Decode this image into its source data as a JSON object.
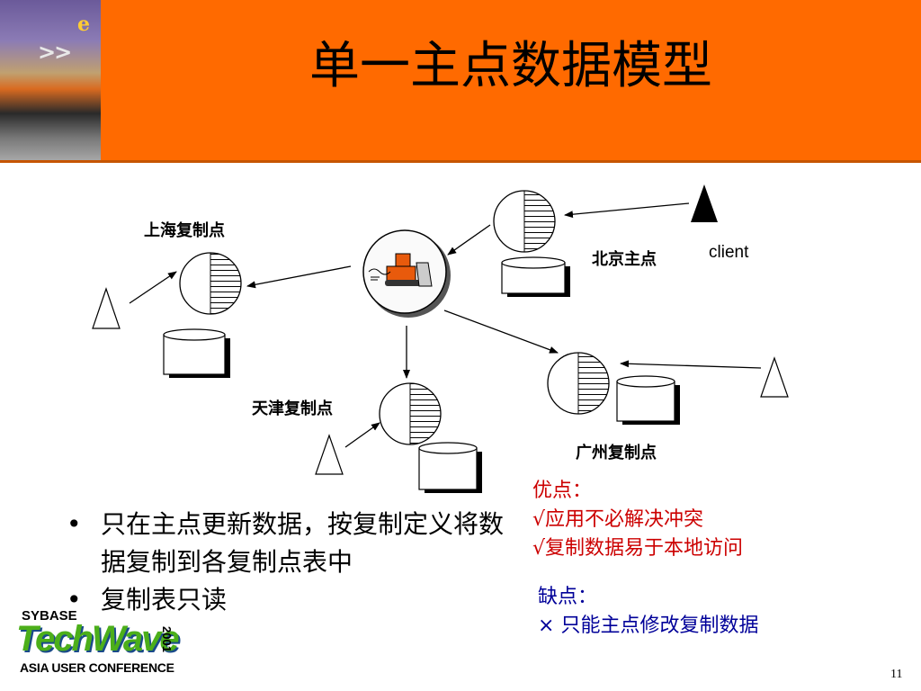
{
  "slide": {
    "title": "单一主点数据模型",
    "page_number": "11"
  },
  "diagram": {
    "nodes": {
      "shanghai": "上海复制点",
      "beijing": "北京主点",
      "tianjin": "天津复制点",
      "guangzhou": "广州复制点"
    },
    "client_label": "client"
  },
  "bullets": [
    "只在主点更新数据，按复制定义将数据复制到各复制点表中",
    "复制表只读"
  ],
  "pros": {
    "title": "优点：",
    "items": [
      {
        "mark": "√",
        "text": "应用不必解决冲突"
      },
      {
        "mark": "√",
        "text": "复制数据易于本地访问"
      }
    ]
  },
  "cons": {
    "title": "缺点：",
    "items": [
      {
        "mark": "×",
        "text": "只能主点修改复制数据"
      }
    ]
  },
  "logo": {
    "sybase": "SYBASE",
    "techwave": "TechWave",
    "year": "2001",
    "conference": "ASIA USER CONFERENCE"
  },
  "colors": {
    "header": "#ff6a00",
    "pros": "#cc0000",
    "cons": "#000099"
  }
}
